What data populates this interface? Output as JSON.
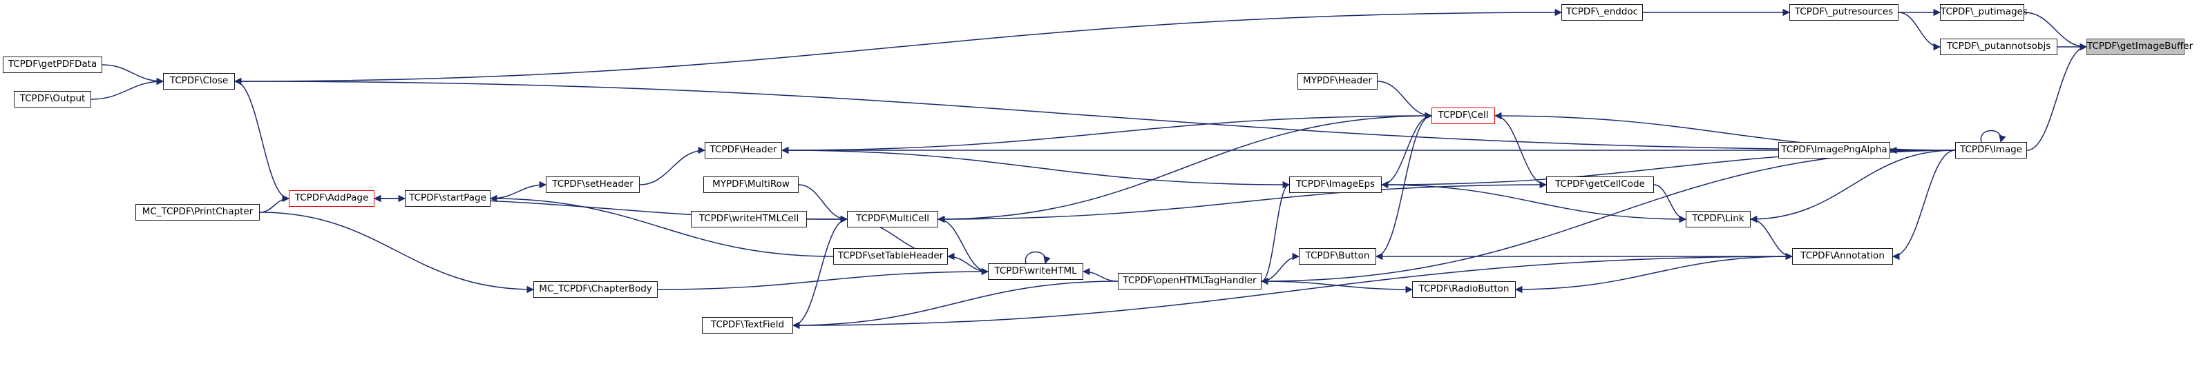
{
  "graph": {
    "nodes": [
      {
        "id": "getImageBuffer",
        "label": "TCPDF\\getImageBuffer",
        "style": "root"
      },
      {
        "id": "putimages",
        "label": "TCPDF\\_putimages"
      },
      {
        "id": "putannotsobjs",
        "label": "TCPDF\\_putannotsobjs"
      },
      {
        "id": "putresources",
        "label": "TCPDF\\_putresources"
      },
      {
        "id": "enddoc",
        "label": "TCPDF\\_enddoc"
      },
      {
        "id": "getPDFData",
        "label": "TCPDF\\getPDFData"
      },
      {
        "id": "Close",
        "label": "TCPDF\\Close"
      },
      {
        "id": "Output",
        "label": "TCPDF\\Output"
      },
      {
        "id": "MYPDFHeader",
        "label": "MYPDF\\Header"
      },
      {
        "id": "Cell",
        "label": "TCPDF\\Cell",
        "style": "red"
      },
      {
        "id": "Header",
        "label": "TCPDF\\Header"
      },
      {
        "id": "setHeader",
        "label": "TCPDF\\setHeader"
      },
      {
        "id": "ImagePngAlpha",
        "label": "TCPDF\\ImagePngAlpha"
      },
      {
        "id": "Image",
        "label": "TCPDF\\Image"
      },
      {
        "id": "MultiRow",
        "label": "MYPDF\\MultiRow"
      },
      {
        "id": "ImageEps",
        "label": "TCPDF\\ImageEps"
      },
      {
        "id": "getCellCode",
        "label": "TCPDF\\getCellCode"
      },
      {
        "id": "AddPage",
        "label": "TCPDF\\AddPage",
        "style": "red"
      },
      {
        "id": "startPage",
        "label": "TCPDF\\startPage"
      },
      {
        "id": "PrintChapter",
        "label": "MC_TCPDF\\PrintChapter"
      },
      {
        "id": "writeHTMLCell",
        "label": "TCPDF\\writeHTMLCell"
      },
      {
        "id": "MultiCell",
        "label": "TCPDF\\MultiCell"
      },
      {
        "id": "Link",
        "label": "TCPDF\\Link"
      },
      {
        "id": "setTableHeader",
        "label": "TCPDF\\setTableHeader"
      },
      {
        "id": "Button",
        "label": "TCPDF\\Button"
      },
      {
        "id": "Annotation",
        "label": "TCPDF\\Annotation"
      },
      {
        "id": "ChapterBody",
        "label": "MC_TCPDF\\ChapterBody"
      },
      {
        "id": "writeHTML",
        "label": "TCPDF\\writeHTML"
      },
      {
        "id": "openHTMLTagHandler",
        "label": "TCPDF\\openHTMLTagHandler"
      },
      {
        "id": "RadioButton",
        "label": "TCPDF\\RadioButton"
      },
      {
        "id": "TextField",
        "label": "TCPDF\\TextField"
      }
    ],
    "edges": [
      [
        "putimages",
        "getImageBuffer"
      ],
      [
        "putannotsobjs",
        "getImageBuffer"
      ],
      [
        "Image",
        "getImageBuffer"
      ],
      [
        "putresources",
        "putimages"
      ],
      [
        "putresources",
        "putannotsobjs"
      ],
      [
        "enddoc",
        "putresources"
      ],
      [
        "Close",
        "enddoc"
      ],
      [
        "getPDFData",
        "Close"
      ],
      [
        "Output",
        "Close"
      ],
      [
        "AddPage",
        "Close"
      ],
      [
        "Image",
        "Close"
      ],
      [
        "MYPDFHeader",
        "Cell"
      ],
      [
        "Header",
        "Cell"
      ],
      [
        "ImageEps",
        "Cell"
      ],
      [
        "Button",
        "Cell"
      ],
      [
        "MultiCell",
        "Cell"
      ],
      [
        "Image",
        "Cell"
      ],
      [
        "setHeader",
        "Header"
      ],
      [
        "startPage",
        "setHeader"
      ],
      [
        "AddPage",
        "startPage"
      ],
      [
        "PrintChapter",
        "AddPage"
      ],
      [
        "MultiCell",
        "AddPage"
      ],
      [
        "Image",
        "Header"
      ],
      [
        "Image",
        "ImagePngAlpha"
      ],
      [
        "Image",
        "Image"
      ],
      [
        "Image",
        "ImageEps"
      ],
      [
        "Image",
        "Link"
      ],
      [
        "Image",
        "Annotation"
      ],
      [
        "Image",
        "openHTMLTagHandler"
      ],
      [
        "Cell",
        "getCellCode"
      ],
      [
        "getCellCode",
        "Link"
      ],
      [
        "getCellCode",
        "MultiCell"
      ],
      [
        "ImageEps",
        "Header"
      ],
      [
        "ImageEps",
        "Link"
      ],
      [
        "openHTMLTagHandler",
        "ImageEps"
      ],
      [
        "openHTMLTagHandler",
        "Button"
      ],
      [
        "openHTMLTagHandler",
        "RadioButton"
      ],
      [
        "openHTMLTagHandler",
        "TextField"
      ],
      [
        "openHTMLTagHandler",
        "writeHTML"
      ],
      [
        "MultiRow",
        "MultiCell"
      ],
      [
        "writeHTMLCell",
        "MultiCell"
      ],
      [
        "setTableHeader",
        "MultiCell"
      ],
      [
        "writeHTML",
        "MultiCell"
      ],
      [
        "TextField",
        "MultiCell"
      ],
      [
        "writeHTML",
        "setTableHeader"
      ],
      [
        "setTableHeader",
        "startPage"
      ],
      [
        "writeHTML",
        "writeHTML"
      ],
      [
        "ChapterBody",
        "writeHTML"
      ],
      [
        "PrintChapter",
        "ChapterBody"
      ],
      [
        "Link",
        "Annotation"
      ],
      [
        "Annotation",
        "Button"
      ],
      [
        "Annotation",
        "RadioButton"
      ],
      [
        "Annotation",
        "TextField"
      ]
    ]
  }
}
